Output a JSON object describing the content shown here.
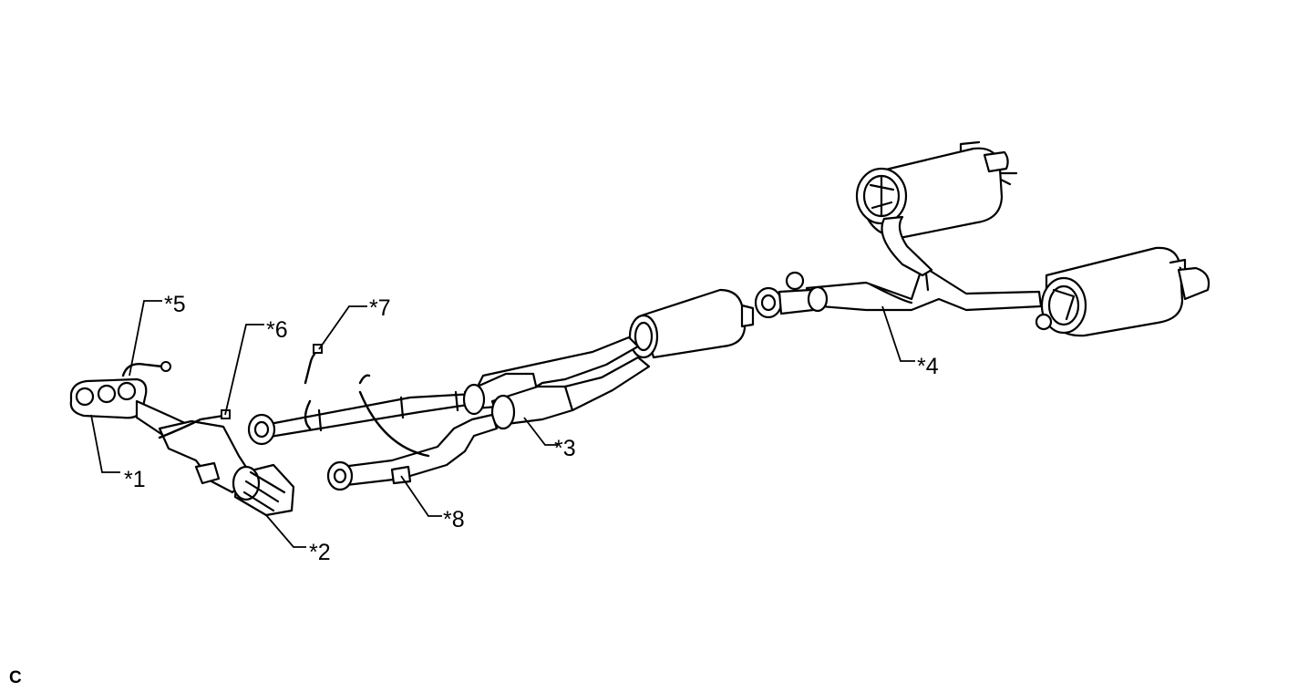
{
  "labels": {
    "p1": "*1",
    "p2": "*2",
    "p3": "*3",
    "p4": "*4",
    "p5": "*5",
    "p6": "*6",
    "p7": "*7",
    "p8": "*8"
  },
  "corner_label": "C"
}
